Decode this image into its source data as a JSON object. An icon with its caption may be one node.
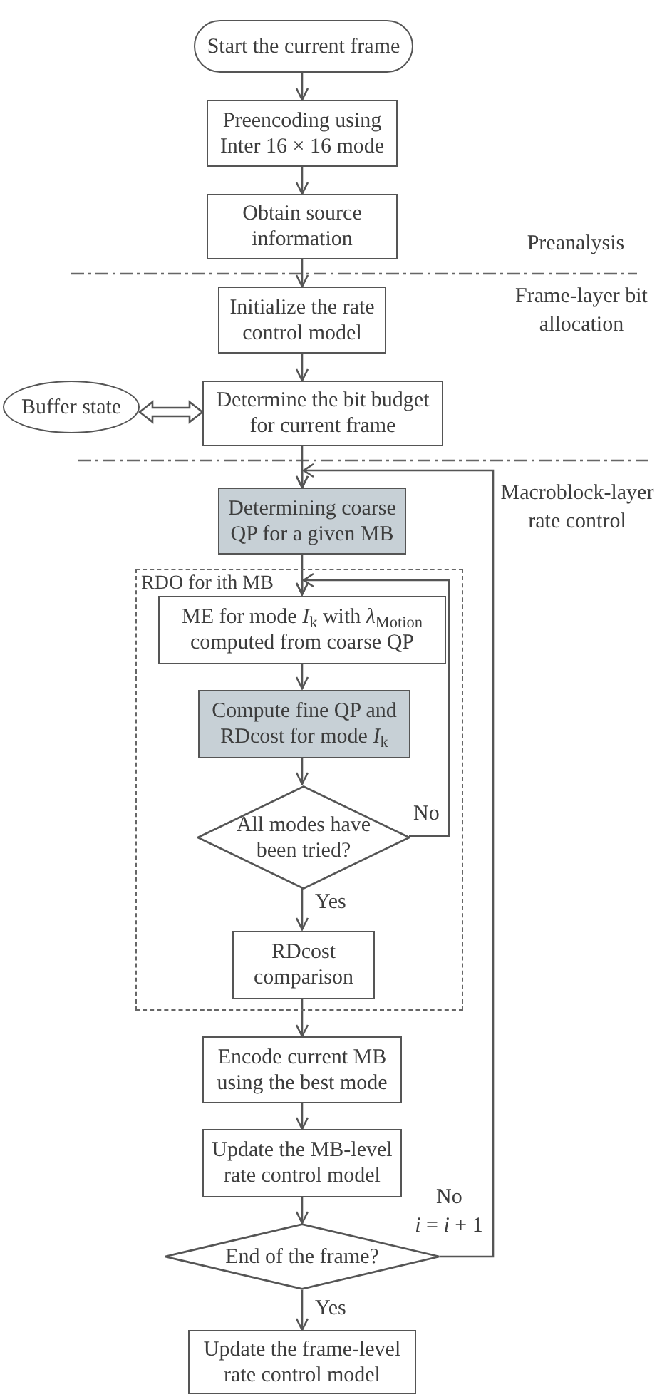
{
  "diagram": {
    "nodes": [
      {
        "text": [
          "Start the current frame"
        ]
      },
      {
        "text": [
          "Preencoding using Inter 16 × 16 mode"
        ]
      },
      {
        "text": [
          "Obtain source information"
        ]
      },
      {
        "text": [
          "Initialize the rate control model"
        ]
      },
      {
        "text": [
          "Buffer state"
        ]
      },
      {
        "text": [
          "Determine the bit budget for current frame"
        ]
      },
      {
        "text": [
          "Determining coarse QP for a given MB"
        ]
      },
      {
        "text": [
          "RDO for ith MB"
        ]
      },
      {
        "text": [
          "ME for mode *I*$_{k}$ with *λ*$_{Motion}$ computed from coarse QP"
        ],
        "in": 7
      },
      {
        "text": [
          "Compute fine QP and RDcost for mode *I*$_{k}$"
        ],
        "in": 7
      },
      {
        "text": [
          "All modes have been tried?"
        ],
        "in": 7
      },
      {
        "text": [
          "RDcost comparison"
        ],
        "in": 7
      },
      {
        "text": [
          "Encode current MB using the best mode"
        ]
      },
      {
        "text": [
          "Update the MB-level rate control model"
        ]
      },
      {
        "text": [
          "End of the frame?"
        ]
      },
      {
        "text": [
          "Update the frame-level rate control model"
        ]
      }
    ],
    "edges": [
      {
        "from": 0,
        "to": 1,
        "arrow": "to"
      },
      {
        "from": 1,
        "to": 2,
        "arrow": "to"
      },
      {
        "from": 2,
        "to": 3,
        "arrow": "to"
      },
      {
        "from": 3,
        "to": 5,
        "arrow": "to"
      },
      {
        "from": 4,
        "to": 5,
        "arrow": "both",
        "style": "thick"
      },
      {
        "from": 5,
        "to": 6,
        "arrow": "to"
      },
      {
        "from": 6,
        "to": 8,
        "arrow": "to"
      },
      {
        "from": 8,
        "to": 9,
        "arrow": "to"
      },
      {
        "from": 9,
        "to": 10,
        "arrow": "to"
      },
      {
        "from": 10,
        "to": 8,
        "arrow": "to",
        "label": "No"
      },
      {
        "from": 10,
        "to": 11,
        "arrow": "to",
        "label": "Yes"
      },
      {
        "from": 11,
        "to": 12,
        "arrow": "to"
      },
      {
        "from": 12,
        "to": 13,
        "arrow": "to"
      },
      {
        "from": 13,
        "to": 14,
        "arrow": "to"
      },
      {
        "from": 14,
        "to": 6,
        "arrow": "to",
        "label": "No"
      },
      {
        "from": 14,
        "to": 15,
        "arrow": "to",
        "label": "Yes"
      }
    ],
    "labels": [
      "Preanalysis",
      "Frame-layer bit allocation",
      "Macroblock-layer rate control",
      "*i* = *i* + 1"
    ]
  }
}
